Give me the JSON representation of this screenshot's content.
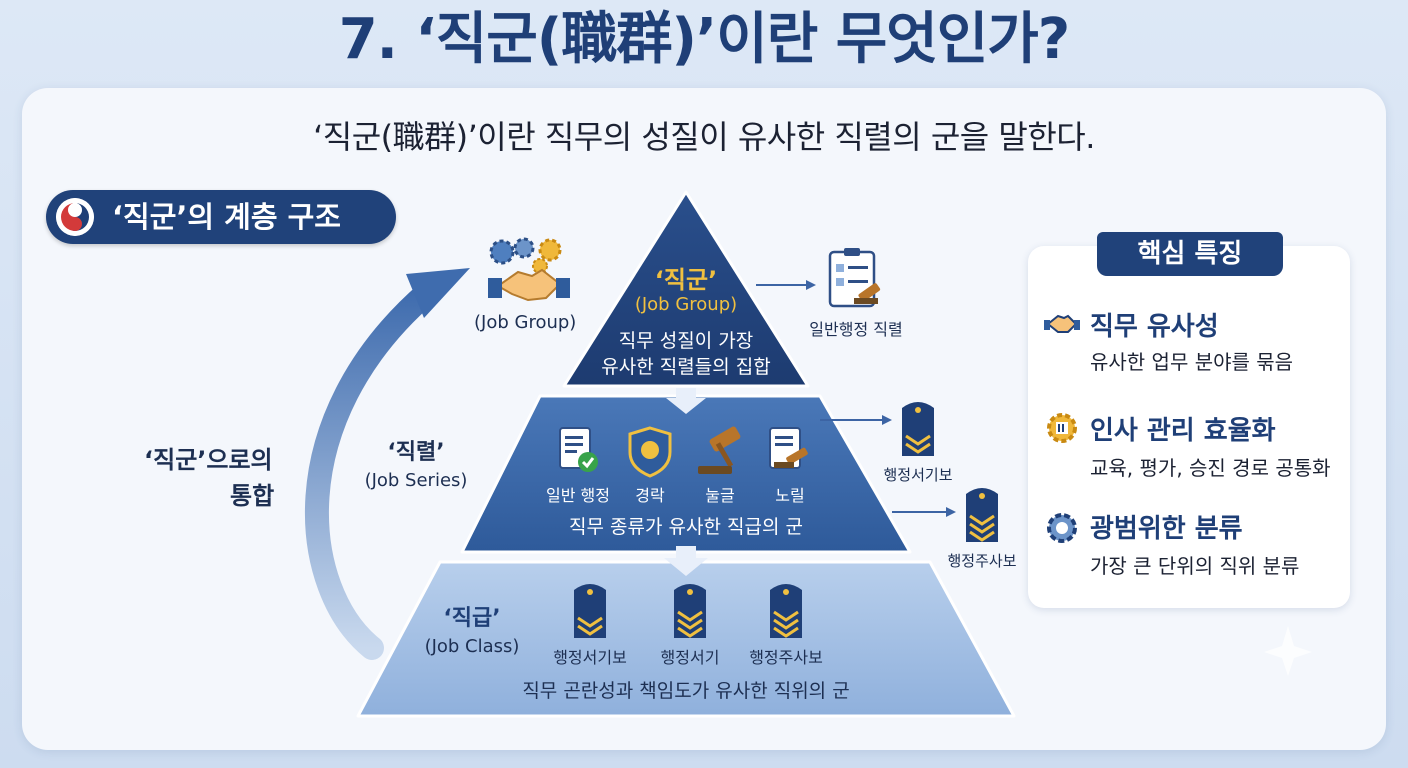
{
  "title": "7. ‘직군(職群)’이란 무엇인가?",
  "subtitle": "‘직군(職群)’이란 직무의 성질이 유사한 직렬의 군을 말한다.",
  "badge": {
    "label": "‘직군’의 계층 구조",
    "icon": "taegeuk-emblem-icon"
  },
  "integration_label": [
    "‘직군’으로의",
    "통합"
  ],
  "left_job_group_caption": "(Job Group)",
  "pyramid": {
    "top": {
      "name": "‘직군’",
      "english": "(Job Group)",
      "desc": [
        "직무 성질이 가장",
        "유사한 직렬들의 집합"
      ],
      "side_label": "일반행정 직렬"
    },
    "middle": {
      "name": "‘직렬’",
      "english": "(Job Series)",
      "icons": [
        "일반 행정",
        "경락",
        "눌글",
        "노릴"
      ],
      "desc": "직무 종류가 유사한 직급의 군",
      "side_labels": [
        "행정서기보",
        "행정주사보"
      ]
    },
    "bottom": {
      "name": "‘직급’",
      "english": "(Job Class)",
      "icons": [
        "행정서기보",
        "행정서기",
        "행정주사보"
      ],
      "desc": "직무 곤란성과 책임도가 유사한 직위의 군"
    }
  },
  "features": {
    "header": "핵심 특징",
    "items": [
      {
        "title": "직무 유사성",
        "desc": "유사한 업무 분야를 묶음",
        "icon": "handshake-icon"
      },
      {
        "title": "인사 관리 효율화",
        "desc": "교육, 평가, 승진 경로 공통화",
        "icon": "gear-icon"
      },
      {
        "title": "광범위한 분류",
        "desc": "가장 큰 단위의 직위 분류",
        "icon": "flower-gear-icon"
      }
    ]
  },
  "colors": {
    "navy": "#1f3f77",
    "mid": "#2f5c9c",
    "light": "#a9c4e6",
    "gold": "#f0c040"
  }
}
